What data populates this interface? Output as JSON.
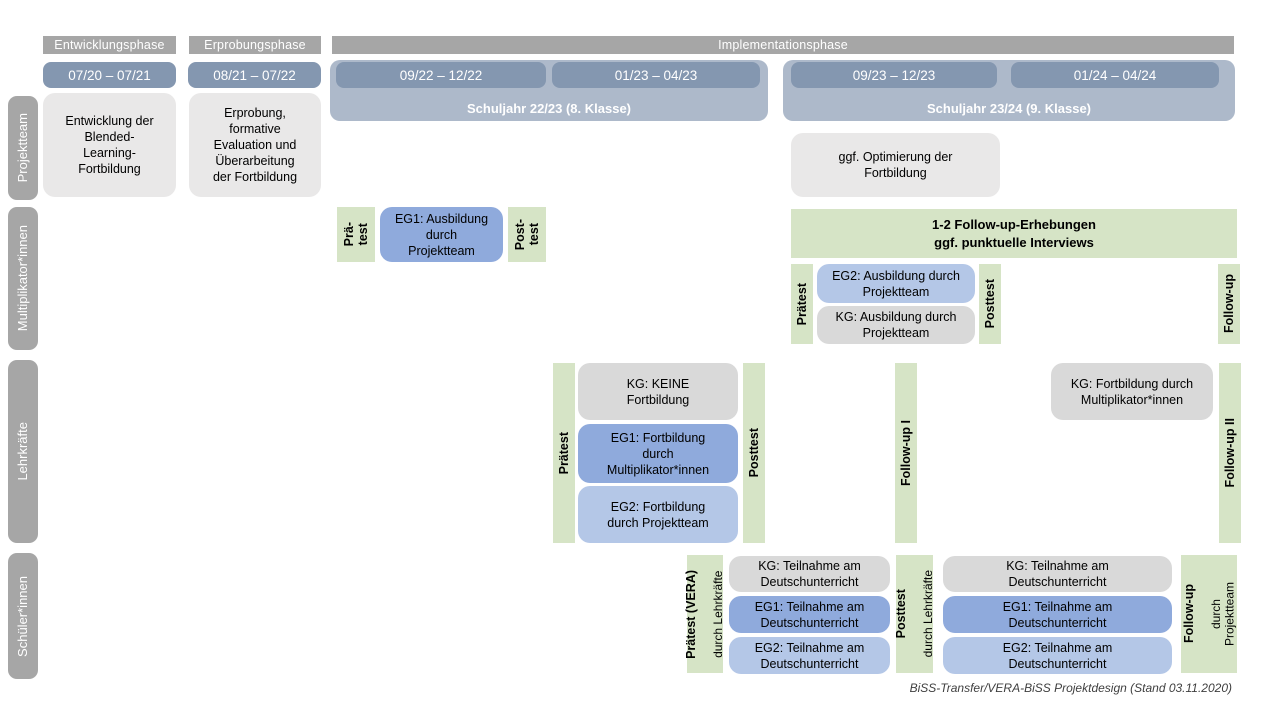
{
  "colors": {
    "gray-bar": "#a6a6a6",
    "date-blue": "#8497b0",
    "year-blue": "#adb9ca",
    "green": "#d6e4c6",
    "blue1": "#8faadc",
    "blue2": "#b4c7e7",
    "gray-box": "#d9d9d9",
    "lightgray-box": "#e9e8e8"
  },
  "phases": [
    {
      "label": "Entwicklungsphase"
    },
    {
      "label": "Erprobungsphase"
    },
    {
      "label": "Implementationsphase"
    }
  ],
  "date_ranges": [
    "07/20 – 07/21",
    "08/21 – 07/22",
    "09/22 – 12/22",
    "01/23 – 04/23",
    "09/23 – 12/23",
    "01/24 – 04/24"
  ],
  "school_years": [
    "Schuljahr 22/23 (8. Klasse)",
    "Schuljahr 23/24 (9. Klasse)"
  ],
  "row_labels": [
    "Projektteam",
    "Multiplikator*innen",
    "Lehrkräfte",
    "Schüler*innen"
  ],
  "projektteam": {
    "box1": "Entwicklung der\nBlended-\nLearning-\nFortbildung",
    "box2": "Erprobung,\nformative\nEvaluation und\nÜberarbeitung\nder Fortbildung",
    "box3": "ggf. Optimierung der\nFortbildung"
  },
  "multiplikatoren": {
    "pretest": "Prä-\ntest",
    "eg1": "EG1: Ausbildung\ndurch\nProjektteam",
    "posttest": "Post-\ntest",
    "followup_box": "1-2 Follow-up-Erhebungen\nggf. punktuelle Interviews",
    "praetest2": "Prätest",
    "eg2": "EG2: Ausbildung durch\nProjektteam",
    "kg": "KG: Ausbildung durch\nProjektteam",
    "posttest2": "Posttest",
    "followup": "Follow-up"
  },
  "lehrkraefte": {
    "praetest": "Prätest",
    "kg": "KG: KEINE\nFortbildung",
    "eg1": "EG1: Fortbildung\ndurch\nMultiplikator*innen",
    "eg2": "EG2: Fortbildung\ndurch Projektteam",
    "posttest": "Posttest",
    "followup1": "Follow-up I",
    "kg2": "KG: Fortbildung durch\nMultiplikator*innen",
    "followup2": "Follow-up II"
  },
  "schueler": {
    "praetest_bold": "Prätest (VERA)",
    "praetest_sub": "durch Lehrkräfte",
    "kg": "KG: Teilnahme am\nDeutschunterricht",
    "eg1": "EG1: Teilnahme am\nDeutschunterricht",
    "eg2": "EG2: Teilnahme am\nDeutschunterricht",
    "posttest_bold": "Posttest",
    "posttest_sub": "durch Lehrkräfte",
    "kg2": "KG: Teilnahme am\nDeutschunterricht",
    "eg1_2": "EG1: Teilnahme am\nDeutschunterricht",
    "eg2_2": "EG2: Teilnahme am\nDeutschunterricht",
    "followup_bold": "Follow-up",
    "followup_sub": "durch\nProjektteam"
  },
  "footer": "BiSS-Transfer/VERA-BiSS Projektdesign (Stand 03.11.2020)"
}
